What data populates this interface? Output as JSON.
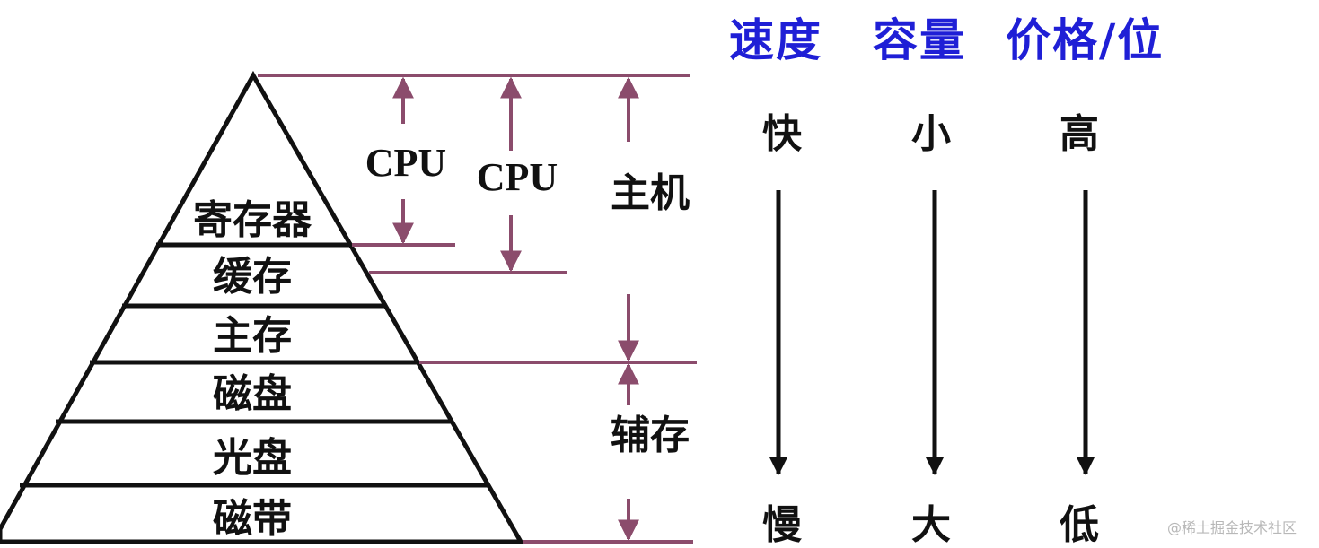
{
  "layers": [
    "寄存器",
    "缓存",
    "主存",
    "磁盘",
    "光盘",
    "磁带"
  ],
  "cpu_labels": [
    "CPU",
    "CPU"
  ],
  "groups": {
    "host": "主机",
    "auxiliary": "辅存"
  },
  "headers": {
    "speed": "速度",
    "capacity": "容量",
    "price_per_bit": "价格/位"
  },
  "columns": [
    {
      "top": "快",
      "bottom": "慢"
    },
    {
      "top": "小",
      "bottom": "大"
    },
    {
      "top": "高",
      "bottom": "低"
    }
  ],
  "watermark": "@稀土掘金技术社区",
  "colors": {
    "bracket": "#8b4c6c",
    "header": "#1f1fd6",
    "ink": "#111111"
  }
}
